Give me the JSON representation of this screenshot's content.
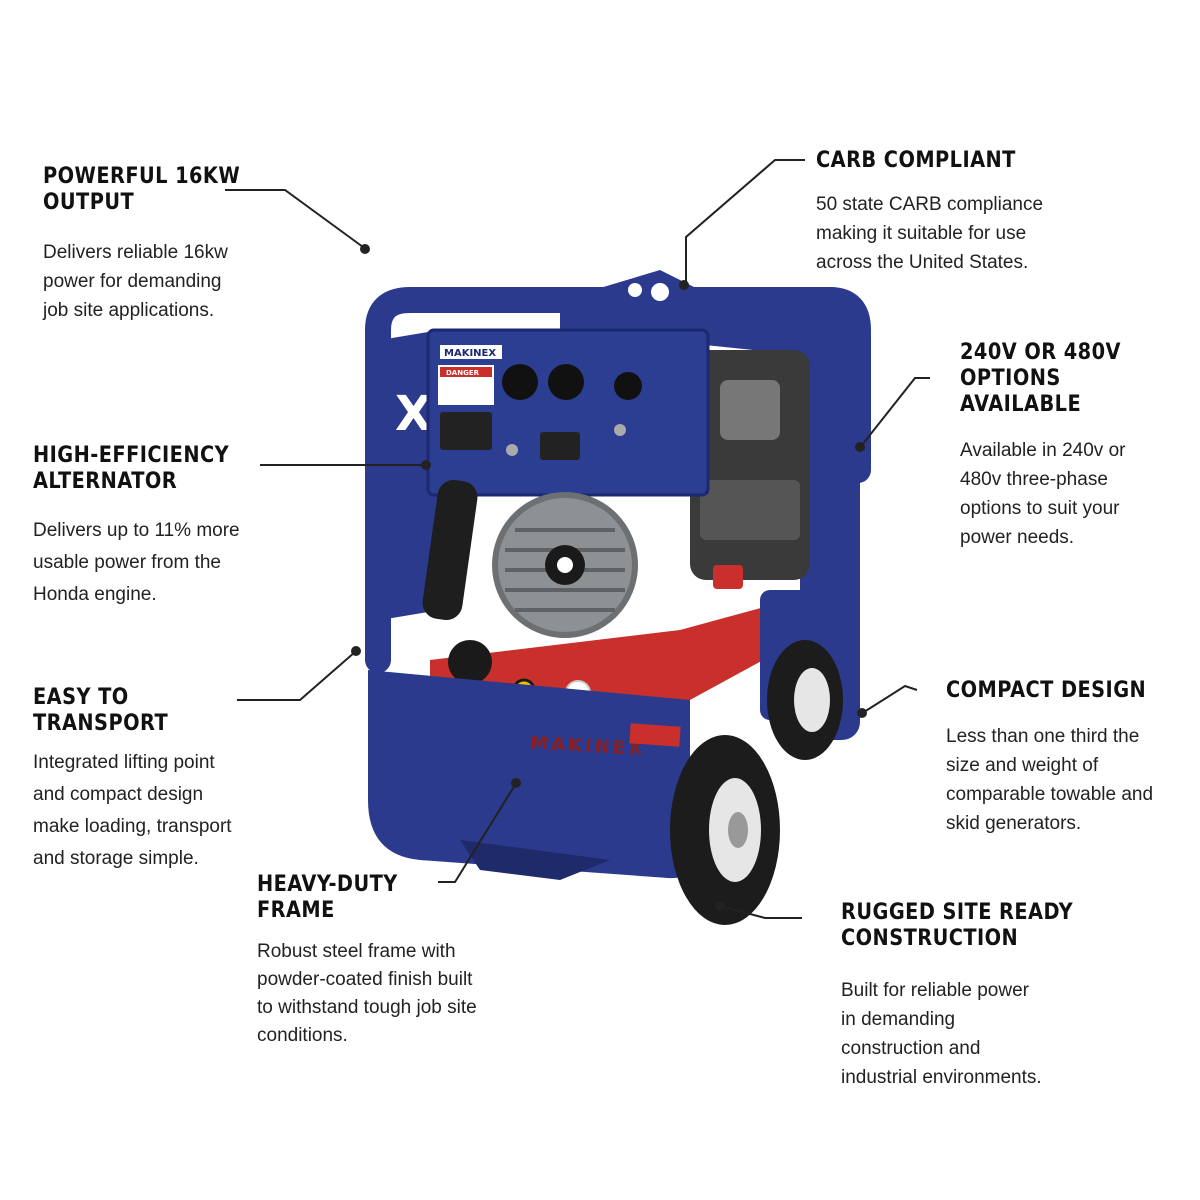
{
  "product": {
    "brand_logo": "MAKINEX",
    "frame_logo": "X",
    "panel_warning": "DANGER",
    "colors": {
      "frame": "#2b3a8c",
      "frame_dark": "#1f2a6b",
      "panel": "#2c3e91",
      "tank": "#c9302c",
      "tire": "#1c1c1c",
      "engine": "#3a3a3a",
      "alternator": "#8e9193"
    }
  },
  "features": [
    {
      "title": "POWERFUL 16KW\nOUTPUT",
      "body": "Delivers reliable 16kw\npower for demanding\njob site applications."
    },
    {
      "title": "CARB COMPLIANT",
      "body": "50 state CARB compliance\nmaking it suitable for use\nacross the United States."
    },
    {
      "title": "240V OR 480V\nOPTIONS\nAVAILABLE",
      "body": "Available in 240v or\n480v three-phase\noptions to suit your\npower needs."
    },
    {
      "title": "HIGH-EFFICIENCY\nALTERNATOR",
      "body": "Delivers up to 11% more\nusable power from the\nHonda engine."
    },
    {
      "title": "EASY TO\nTRANSPORT",
      "body": "Integrated lifting point\nand compact design\nmake loading, transport\nand storage simple."
    },
    {
      "title": "COMPACT DESIGN",
      "body": "Less than one third the\nsize and weight of\ncomparable towable and\nskid generators."
    },
    {
      "title": "HEAVY-DUTY\nFRAME",
      "body": "Robust steel frame with\npowder-coated finish built\nto withstand tough job site\nconditions."
    },
    {
      "title": "RUGGED SITE READY\nCONSTRUCTION",
      "body": "Built for reliable power\nin demanding\nconstruction and\nindustrial environments."
    }
  ]
}
